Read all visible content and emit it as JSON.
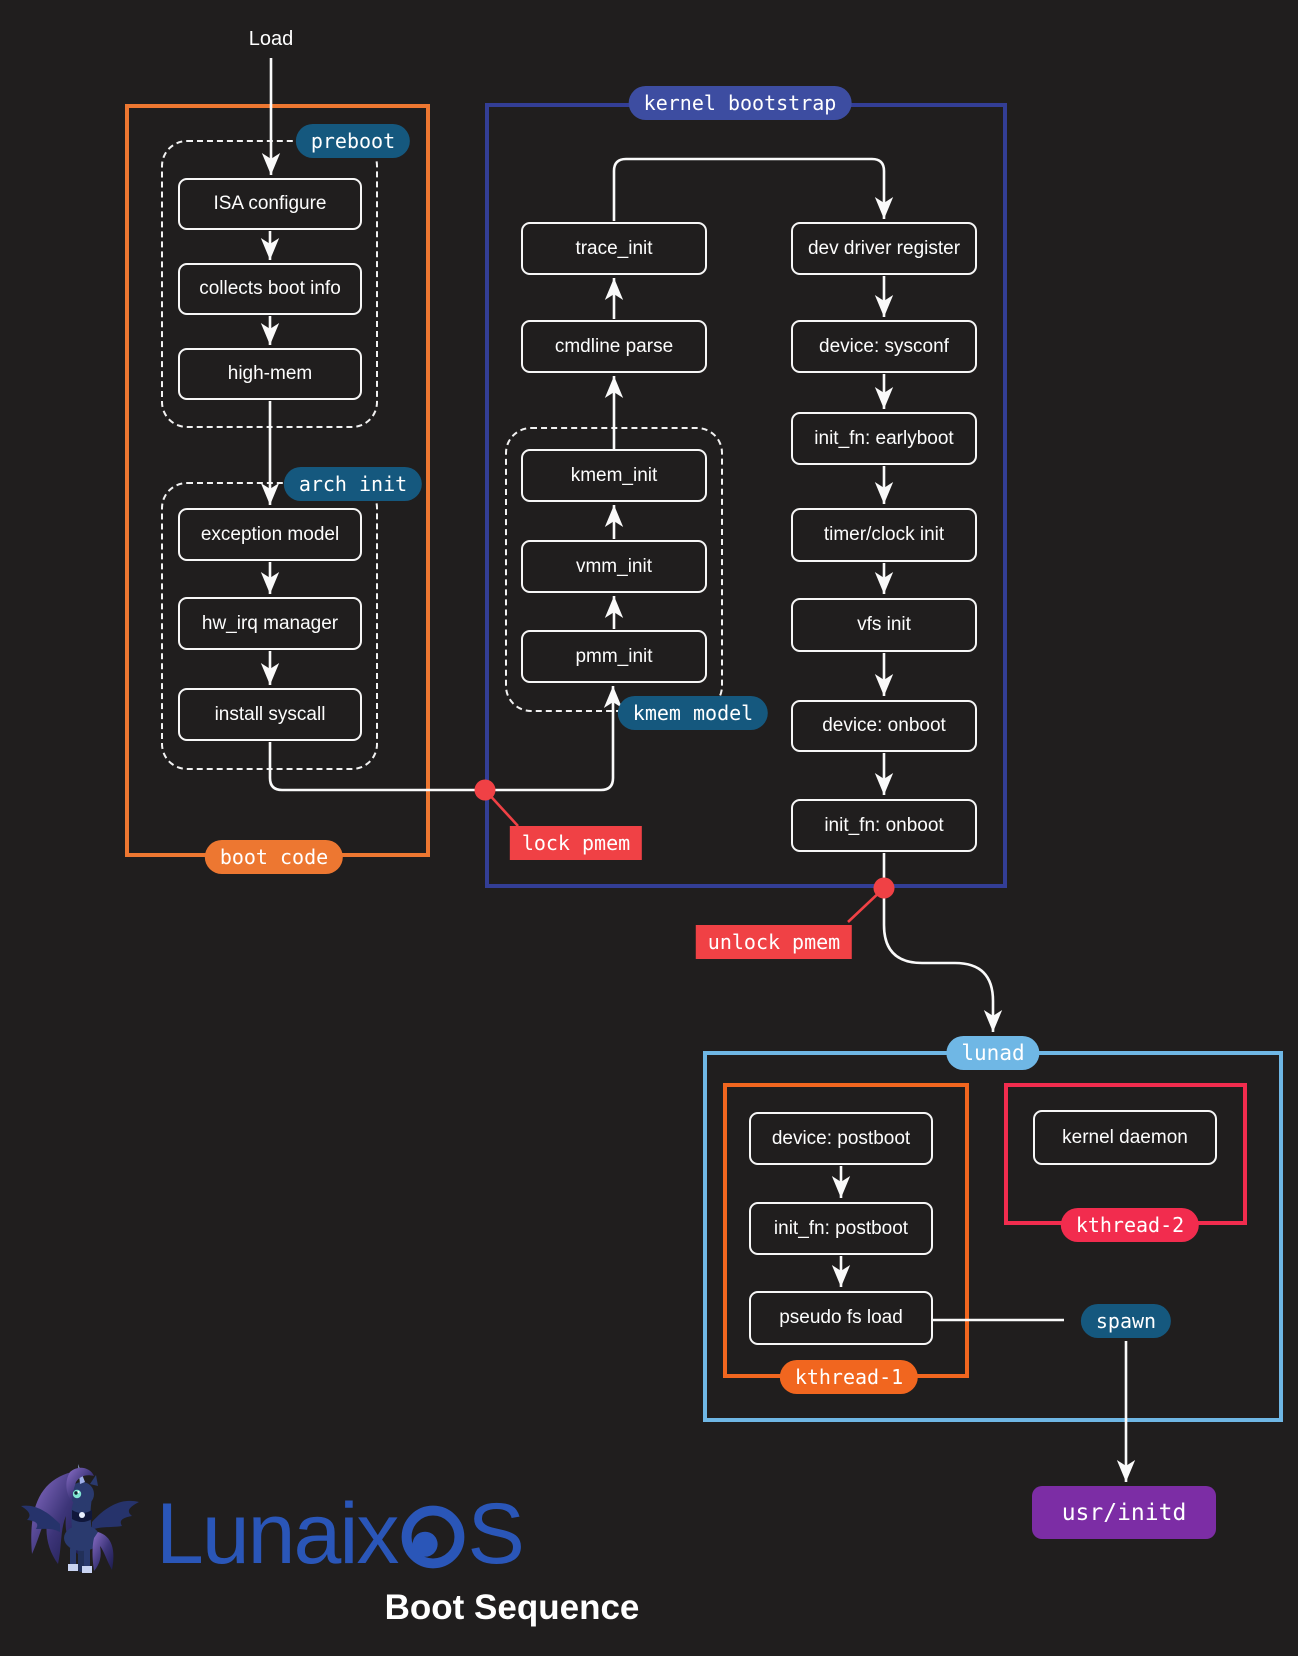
{
  "title": "Boot Sequence",
  "load_label": "Load",
  "logo": {
    "text_pre": "Lunaix",
    "text_post": "S"
  },
  "groups": {
    "boot_code": {
      "label": "boot code"
    },
    "preboot": {
      "label": "preboot"
    },
    "arch_init": {
      "label": "arch init"
    },
    "kernel_bootstrap": {
      "label": "kernel bootstrap"
    },
    "kmem_model": {
      "label": "kmem model"
    },
    "lunad": {
      "label": "lunad"
    },
    "kthread1": {
      "label": "kthread-1"
    },
    "kthread2": {
      "label": "kthread-2"
    }
  },
  "nodes": {
    "isa_configure": "ISA configure",
    "collects_boot_info": "collects boot info",
    "high_mem": "high-mem",
    "exception_model": "exception model",
    "hw_irq_manager": "hw_irq manager",
    "install_syscall": "install syscall",
    "trace_init": "trace_init",
    "cmdline_parse": "cmdline parse",
    "kmem_init": "kmem_init",
    "vmm_init": "vmm_init",
    "pmm_init": "pmm_init",
    "dev_driver_register": "dev driver register",
    "device_sysconf": "device: sysconf",
    "init_fn_earlyboot": "init_fn: earlyboot",
    "timer_clock_init": "timer/clock init",
    "vfs_init": "vfs init",
    "device_onboot": "device: onboot",
    "init_fn_onboot": "init_fn: onboot",
    "device_postboot": "device: postboot",
    "init_fn_postboot": "init_fn: postboot",
    "pseudo_fs_load": "pseudo fs load",
    "kernel_daemon": "kernel daemon",
    "usr_initd": "usr/initd"
  },
  "annotations": {
    "lock_pmem": "lock pmem",
    "unlock_pmem": "unlock pmem",
    "spawn": "spawn"
  },
  "colors": {
    "bg": "#201E1E",
    "orange": "#ED7731",
    "orange2": "#F1661F",
    "navy": "#333E96",
    "indigo": "#3D4DA1",
    "teal": "#15587E",
    "sky": "#6FB7E5",
    "crimson": "#F22C4E",
    "red": "#F04145",
    "purple": "#7C2DA5",
    "brand": "#2A56B8"
  }
}
